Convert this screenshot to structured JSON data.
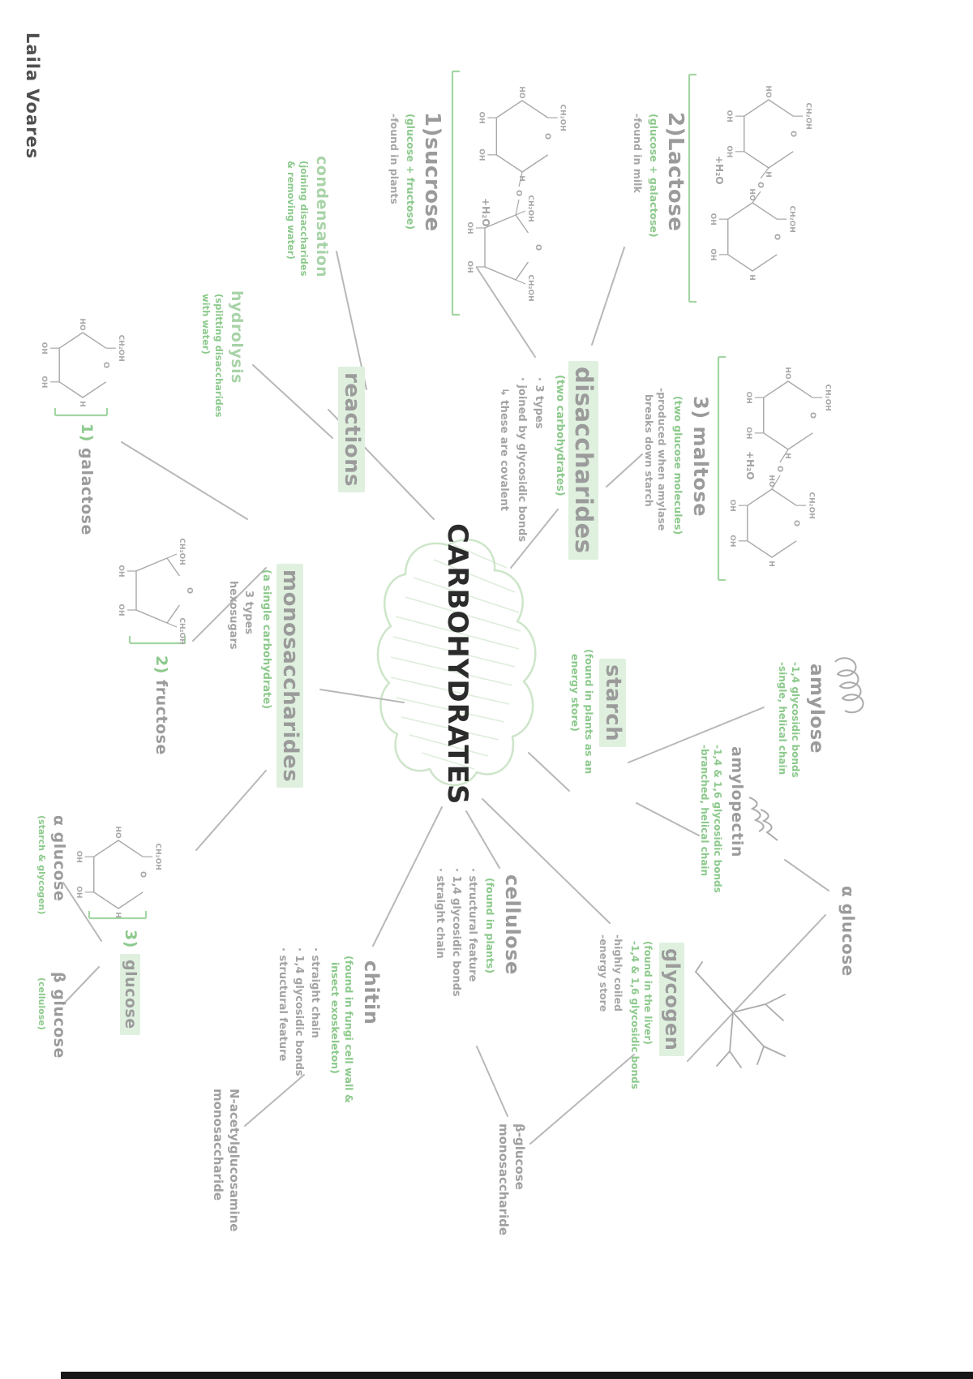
{
  "author": "Laila Voares",
  "center": {
    "title": "CARBOHYDRATES"
  },
  "reactions": {
    "label": "reactions",
    "condensation": {
      "title": "condensation",
      "sub1": "(joining disaccharides",
      "sub2": "& removing water)"
    },
    "hydrolysis": {
      "title": "hydrolysis",
      "sub1": "(splitting disaccharides",
      "sub2": "with water)"
    }
  },
  "disaccharides": {
    "title": "disaccharides",
    "sub": "(two carbohydrates)",
    "b1": "· 3 types",
    "b2": "· joined by glycosidic bonds",
    "b3": "↳ these are covalent",
    "sucrose": {
      "title": "1)sucrose",
      "sub": "(glucose + fructose)",
      "note": "-found in plants",
      "water": "+H₂O"
    },
    "lactose": {
      "title": "2)Lactose",
      "sub": "(glucose + galactose)",
      "note": "-found in milk",
      "water": "+H₂O"
    },
    "maltose": {
      "title": "3) maltose",
      "sub": "(two glucose molecules)",
      "note1": "-produced when amylase",
      "note2": "breaks down starch",
      "water": "+H₂O"
    }
  },
  "monosaccharides": {
    "title": "monosaccharides",
    "sub": "(a single carbohydrate)",
    "b1": "3 types",
    "b2": "hexosugars",
    "galactose": {
      "num": "1)",
      "name": "galactose"
    },
    "fructose": {
      "num": "2)",
      "name": "fructose"
    },
    "glucose": {
      "num": "3)",
      "name": "glucose",
      "alpha": "α glucose",
      "alpha_sub": "(starch & glycogen)",
      "beta": "β glucose",
      "beta_sub": "(cellulose)"
    }
  },
  "polysaccharides": {
    "starch": {
      "title": "starch",
      "sub1": "(found in plants as an",
      "sub2": "energy store)"
    },
    "amylose": {
      "title": "amylose",
      "g1": "-1,4 glycosidic bonds",
      "g2": "-single, helical chain"
    },
    "amylopectin": {
      "title": "amylopectin",
      "g1": "-1,4 & 1,6 glycosidic bonds",
      "g2": "-branched, helical chain"
    },
    "alpha_glucose": "α glucose",
    "glycogen": {
      "title": "glycogen",
      "g1": "(found in the liver)",
      "g2": "-1,4 & 1,6 glycosidic bonds",
      "n1": "-highly coiled",
      "n2": "-energy store",
      "mono1": "β-glucose",
      "mono2": "monosaccharide"
    },
    "cellulose": {
      "title": "cellulose",
      "sub": "(found in plants)",
      "b1": "· structural feature",
      "b2": "· 1,4 glycosidic bonds",
      "b3": "· straight chain"
    },
    "chitin": {
      "title": "chitin",
      "sub1": "(found in fungi cell wall &",
      "sub2": "insect exoskeleton)",
      "b1": "· straight chain",
      "b2": "· 1,4 glycosidic bonds",
      "b3": "· structural feature",
      "mono1": "N-acetylglucosamine",
      "mono2": "monosaccharide"
    }
  },
  "chem": {
    "ch2oh": "CH₂OH",
    "o": "O",
    "oh": "OH",
    "h": "H",
    "ho": "HO"
  },
  "colors": {
    "green": "#8cc98c",
    "pale_green": "#a8d3a8",
    "highlight": "#dff0df",
    "gray": "#9b9b9b",
    "dark": "#2b2b2b",
    "line": "#b8b8b8",
    "structure": "#a8a8a8",
    "bracket": "#a3d6a3",
    "cloud": "#cde5c9",
    "hatch": "#ddeeda"
  }
}
